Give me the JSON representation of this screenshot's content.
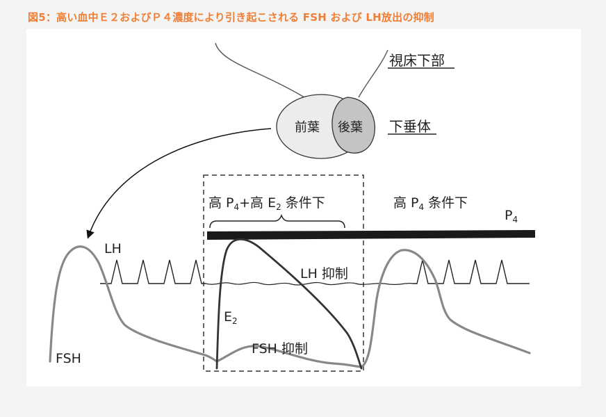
{
  "title": "図5：高い血中Ｅ２およびＰ４濃度により引き起こされる FSH および LH放出の抑制",
  "pituitary": {
    "hypothalamus": "視床下部",
    "pituitary_gland": "下垂体",
    "anterior_lobe": "前葉",
    "posterior_lobe": "後葉"
  },
  "conditions": {
    "high_p4_e2_prefix": "高 P",
    "high_p4_e2_sub1": "4",
    "high_p4_e2_mid": "+高 E",
    "high_p4_e2_sub2": "2",
    "high_p4_e2_suffix": " 条件下",
    "high_p4_prefix": "高 P",
    "high_p4_sub": "4",
    "high_p4_suffix": " 条件下"
  },
  "hormones": {
    "p4_main": "P",
    "p4_sub": "4",
    "e2_main": "E",
    "e2_sub": "2",
    "lh": "LH",
    "fsh": "FSH"
  },
  "annotations": {
    "lh_suppression": "LH 抑制",
    "fsh_suppression": "FSH 抑制"
  },
  "colors": {
    "title": "#f07e34",
    "fsh_curve": "#888888",
    "e2_curve": "#333333",
    "p4_bar": "#1a1a1a",
    "lh_line": "#222222",
    "anterior_lobe": "#ececec",
    "posterior_lobe": "#c4c4c4"
  }
}
